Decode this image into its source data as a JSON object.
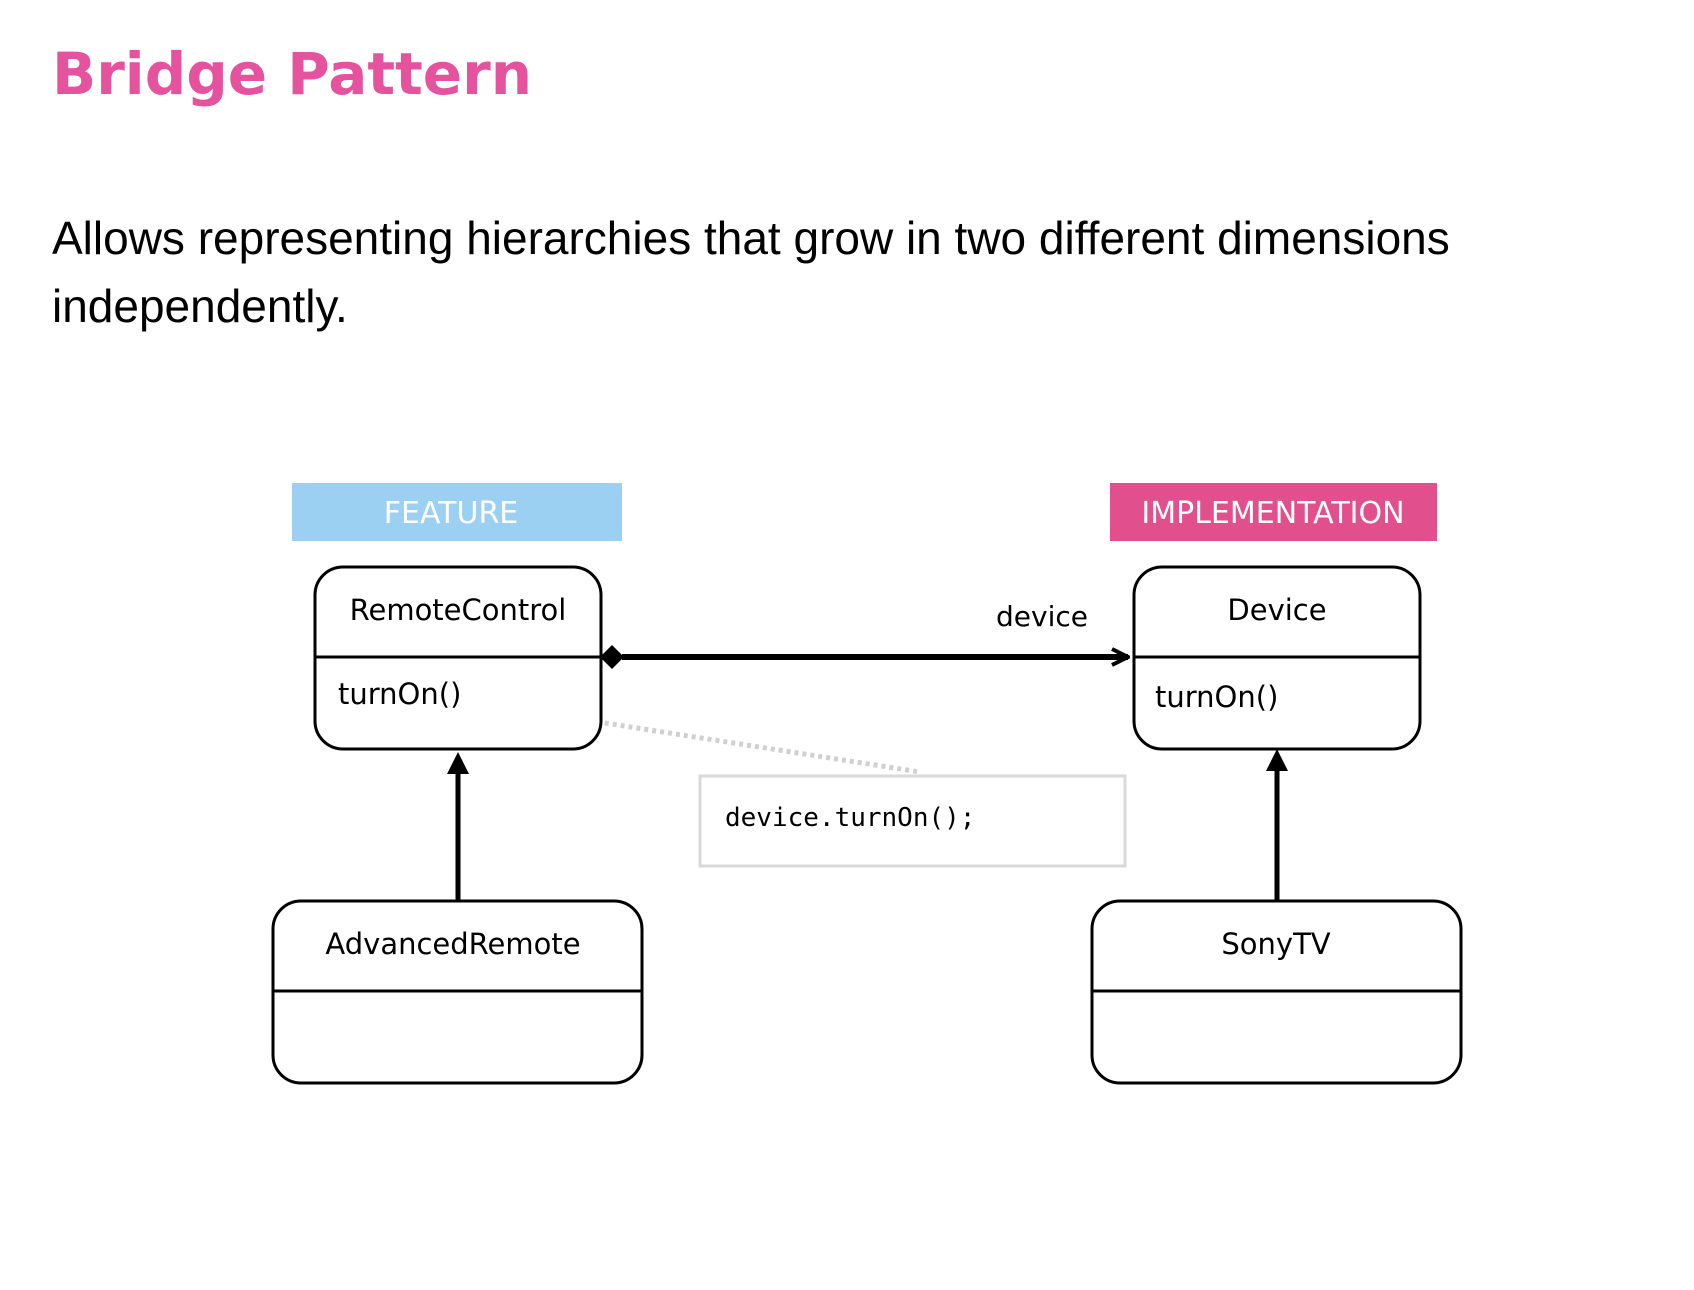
{
  "page": {
    "title": "Bridge Pattern",
    "description": "Allows representing hierarchies that grow in two different dimensions independently."
  },
  "diagram": {
    "labels": {
      "feature": "FEATURE",
      "implementation": "IMPLEMENTATION"
    },
    "classes": {
      "remote_control": {
        "name": "RemoteControl",
        "method": "turnOn()"
      },
      "device": {
        "name": "Device",
        "method": "turnOn()"
      },
      "advanced_remote": {
        "name": "AdvancedRemote",
        "method": ""
      },
      "sony_tv": {
        "name": "SonyTV",
        "method": ""
      }
    },
    "association_label": "device",
    "code_note": "device.turnOn();"
  },
  "colors": {
    "title": "#e5539e",
    "feature_tag": "#9bd0f3",
    "implementation_tag": "#e1508d",
    "note_border": "#d9d9d9",
    "dotted_connector": "#d0d0d0"
  }
}
